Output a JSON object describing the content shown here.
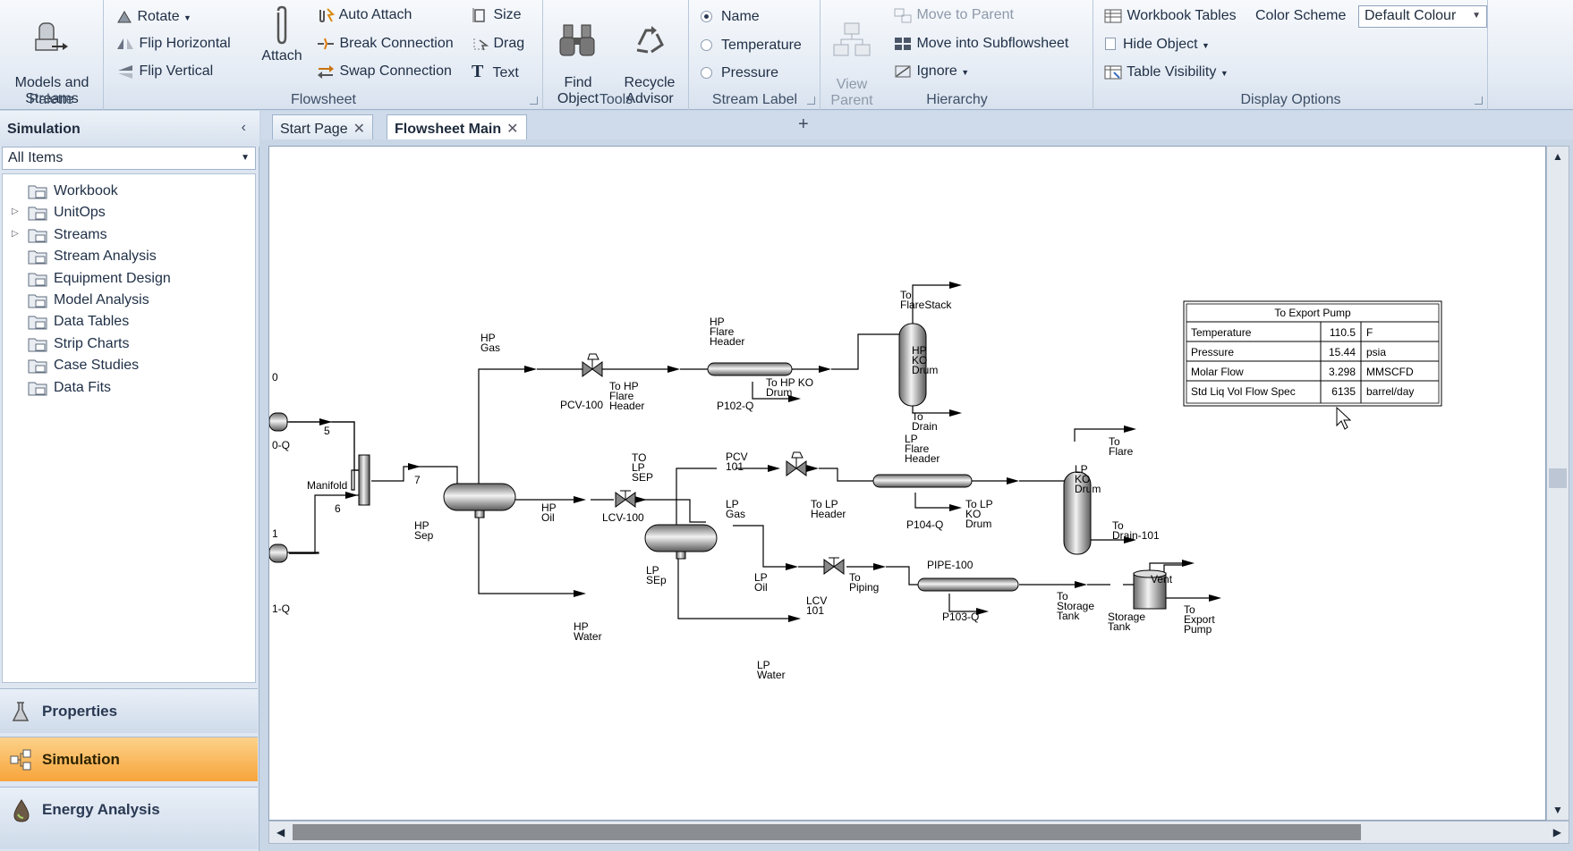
{
  "ribbon": {
    "palette": {
      "label": "Palette",
      "models_streams": "Models and\nStreams"
    },
    "flowsheet": {
      "label": "Flowsheet",
      "rotate": "Rotate",
      "flip_horizontal": "Flip Horizontal",
      "flip_vertical": "Flip Vertical",
      "attach": "Attach",
      "auto_attach": "Auto Attach",
      "break_connection": "Break Connection",
      "swap_connection": "Swap Connection",
      "size": "Size",
      "drag": "Drag",
      "text": "Text"
    },
    "tools": {
      "label": "Tools",
      "find_object": "Find\nObject",
      "recycle_advisor": "Recycle\nAdvisor"
    },
    "stream_label": {
      "label": "Stream Label",
      "name": "Name",
      "temperature": "Temperature",
      "pressure": "Pressure",
      "selected": "Name"
    },
    "hierarchy": {
      "label": "Hierarchy",
      "view_parent": "View\nParent",
      "move_to_parent": "Move to Parent",
      "move_into_subflowsheet": "Move into Subflowsheet",
      "ignore": "Ignore"
    },
    "display": {
      "label": "Display Options",
      "workbook_tables": "Workbook Tables",
      "color_scheme_label": "Color Scheme",
      "color_scheme_value": "Default Colour",
      "hide_object": "Hide Object",
      "table_visibility": "Table Visibility"
    }
  },
  "nav": {
    "title": "Simulation",
    "filter": "All Items",
    "tree": [
      {
        "label": "Workbook",
        "expandable": false
      },
      {
        "label": "UnitOps",
        "expandable": true
      },
      {
        "label": "Streams",
        "expandable": true
      },
      {
        "label": "Stream Analysis",
        "expandable": false
      },
      {
        "label": "Equipment Design",
        "expandable": false
      },
      {
        "label": "Model Analysis",
        "expandable": false
      },
      {
        "label": "Data Tables",
        "expandable": false
      },
      {
        "label": "Strip Charts",
        "expandable": false
      },
      {
        "label": "Case Studies",
        "expandable": false
      },
      {
        "label": "Data Fits",
        "expandable": false
      }
    ],
    "buttons": {
      "properties": "Properties",
      "simulation": "Simulation",
      "energy": "Energy Analysis"
    }
  },
  "tabs": [
    {
      "label": "Start Page",
      "active": false
    },
    {
      "label": "Flowsheet Main",
      "active": true
    }
  ],
  "flowsheet": {
    "labels": {
      "s0": "0",
      "s0q": "0-Q",
      "s1": "1",
      "s1q": "1-Q",
      "s5": "5",
      "s6": "6",
      "s7": "7",
      "manifold": "Manifold",
      "hp_sep": [
        "HP",
        "Sep"
      ],
      "hp_gas": [
        "HP",
        "Gas"
      ],
      "pcv100": "PCV-100",
      "to_hp_flare_header": [
        "To HP",
        "Flare",
        "Header"
      ],
      "hp_flare_header": [
        "HP",
        "Flare",
        "Header"
      ],
      "p102q": "P102-Q",
      "to_hp_ko_drum": [
        "To HP KO",
        "Drum"
      ],
      "hp_ko_drum": [
        "HP",
        "KO",
        "Drum"
      ],
      "to_flarestack": [
        "To",
        "FlareStack"
      ],
      "to_drain": [
        "To",
        "Drain"
      ],
      "hp_oil": [
        "HP",
        "Oil"
      ],
      "lcv100": "LCV-100",
      "to_lp_sep": [
        "TO",
        "LP",
        "SEP"
      ],
      "hp_water": [
        "HP",
        "Water"
      ],
      "lp_sep": [
        "LP",
        "SEp"
      ],
      "lp_gas": [
        "LP",
        "Gas"
      ],
      "pcv101": [
        "PCV",
        "101"
      ],
      "to_lp_header": [
        "To LP",
        "Header"
      ],
      "lp_flare_header": [
        "LP",
        "Flare",
        "Header"
      ],
      "p104q": "P104-Q",
      "to_lp_ko_drum": [
        "To LP",
        "KO",
        "Drum"
      ],
      "lp_ko_drum": [
        "LP",
        "KO",
        "Drum"
      ],
      "to_flare": [
        "To",
        "Flare"
      ],
      "to_drain101": [
        "To",
        "Drain-101"
      ],
      "lp_oil": [
        "LP",
        "Oil"
      ],
      "lcv101": [
        "LCV",
        "101"
      ],
      "to_piping": [
        "To",
        "Piping"
      ],
      "pipe100": "PIPE-100",
      "p103q": "P103-Q",
      "to_storage_tank": [
        "To",
        "Storage",
        "Tank"
      ],
      "storage_tank": [
        "Storage",
        "Tank"
      ],
      "vent": "Vent",
      "to_export_pump": [
        "To",
        "Export",
        "Pump"
      ],
      "lp_water": [
        "LP",
        "Water"
      ]
    },
    "table": {
      "title": "To Export Pump",
      "rows": [
        {
          "prop": "Temperature",
          "value": "110.5",
          "unit": "F"
        },
        {
          "prop": "Pressure",
          "value": "15.44",
          "unit": "psia"
        },
        {
          "prop": "Molar Flow",
          "value": "3.298",
          "unit": "MMSCFD"
        },
        {
          "prop": "Std Liq Vol Flow Spec",
          "value": "6135",
          "unit": "barrel/day"
        }
      ]
    }
  }
}
